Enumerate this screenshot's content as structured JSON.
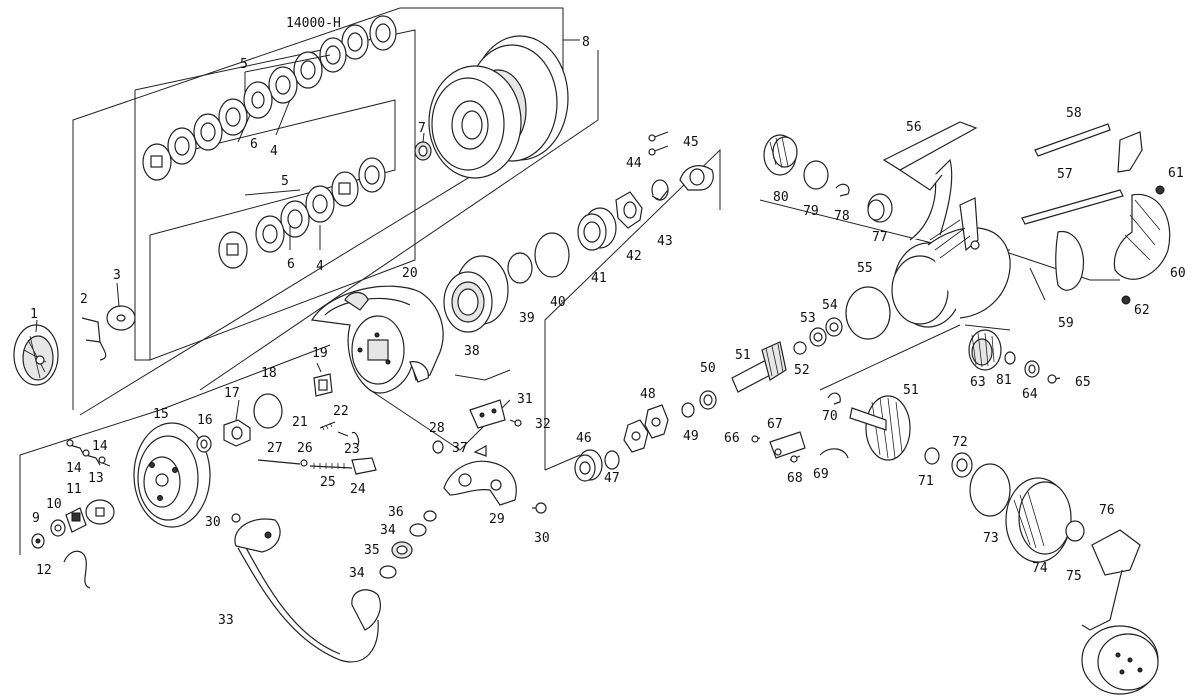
{
  "model_label": "14000-H",
  "parts": [
    {
      "id": "1",
      "label": "1"
    },
    {
      "id": "2",
      "label": "2"
    },
    {
      "id": "3",
      "label": "3"
    },
    {
      "id": "4a",
      "label": "4"
    },
    {
      "id": "4b",
      "label": "4"
    },
    {
      "id": "5a",
      "label": "5"
    },
    {
      "id": "5b",
      "label": "5"
    },
    {
      "id": "6a",
      "label": "6"
    },
    {
      "id": "6b",
      "label": "6"
    },
    {
      "id": "7",
      "label": "7"
    },
    {
      "id": "8",
      "label": "8"
    },
    {
      "id": "9",
      "label": "9"
    },
    {
      "id": "10",
      "label": "10"
    },
    {
      "id": "11",
      "label": "11"
    },
    {
      "id": "12",
      "label": "12"
    },
    {
      "id": "13",
      "label": "13"
    },
    {
      "id": "14a",
      "label": "14"
    },
    {
      "id": "14b",
      "label": "14"
    },
    {
      "id": "15",
      "label": "15"
    },
    {
      "id": "16",
      "label": "16"
    },
    {
      "id": "17",
      "label": "17"
    },
    {
      "id": "18",
      "label": "18"
    },
    {
      "id": "19",
      "label": "19"
    },
    {
      "id": "20",
      "label": "20"
    },
    {
      "id": "21",
      "label": "21"
    },
    {
      "id": "22",
      "label": "22"
    },
    {
      "id": "23",
      "label": "23"
    },
    {
      "id": "24",
      "label": "24"
    },
    {
      "id": "25",
      "label": "25"
    },
    {
      "id": "26",
      "label": "26"
    },
    {
      "id": "27",
      "label": "27"
    },
    {
      "id": "28",
      "label": "28"
    },
    {
      "id": "29",
      "label": "29"
    },
    {
      "id": "30a",
      "label": "30"
    },
    {
      "id": "30b",
      "label": "30"
    },
    {
      "id": "31",
      "label": "31"
    },
    {
      "id": "32",
      "label": "32"
    },
    {
      "id": "33",
      "label": "33"
    },
    {
      "id": "34a",
      "label": "34"
    },
    {
      "id": "34b",
      "label": "34"
    },
    {
      "id": "35",
      "label": "35"
    },
    {
      "id": "36",
      "label": "36"
    },
    {
      "id": "37",
      "label": "37"
    },
    {
      "id": "38",
      "label": "38"
    },
    {
      "id": "39",
      "label": "39"
    },
    {
      "id": "40",
      "label": "40"
    },
    {
      "id": "41",
      "label": "41"
    },
    {
      "id": "42",
      "label": "42"
    },
    {
      "id": "43",
      "label": "43"
    },
    {
      "id": "44",
      "label": "44"
    },
    {
      "id": "45",
      "label": "45"
    },
    {
      "id": "46",
      "label": "46"
    },
    {
      "id": "47",
      "label": "47"
    },
    {
      "id": "48",
      "label": "48"
    },
    {
      "id": "49",
      "label": "49"
    },
    {
      "id": "50",
      "label": "50"
    },
    {
      "id": "51a",
      "label": "51"
    },
    {
      "id": "51b",
      "label": "51"
    },
    {
      "id": "52",
      "label": "52"
    },
    {
      "id": "53",
      "label": "53"
    },
    {
      "id": "54",
      "label": "54"
    },
    {
      "id": "55",
      "label": "55"
    },
    {
      "id": "56",
      "label": "56"
    },
    {
      "id": "57",
      "label": "57"
    },
    {
      "id": "58",
      "label": "58"
    },
    {
      "id": "59",
      "label": "59"
    },
    {
      "id": "60",
      "label": "60"
    },
    {
      "id": "61",
      "label": "61"
    },
    {
      "id": "62",
      "label": "62"
    },
    {
      "id": "63",
      "label": "63"
    },
    {
      "id": "64",
      "label": "64"
    },
    {
      "id": "65",
      "label": "65"
    },
    {
      "id": "66",
      "label": "66"
    },
    {
      "id": "67",
      "label": "67"
    },
    {
      "id": "68",
      "label": "68"
    },
    {
      "id": "69",
      "label": "69"
    },
    {
      "id": "70",
      "label": "70"
    },
    {
      "id": "71",
      "label": "71"
    },
    {
      "id": "72",
      "label": "72"
    },
    {
      "id": "73",
      "label": "73"
    },
    {
      "id": "74",
      "label": "74"
    },
    {
      "id": "75",
      "label": "75"
    },
    {
      "id": "76",
      "label": "76"
    },
    {
      "id": "77",
      "label": "77"
    },
    {
      "id": "78",
      "label": "78"
    },
    {
      "id": "79",
      "label": "79"
    },
    {
      "id": "80",
      "label": "80"
    },
    {
      "id": "81",
      "label": "81"
    }
  ]
}
